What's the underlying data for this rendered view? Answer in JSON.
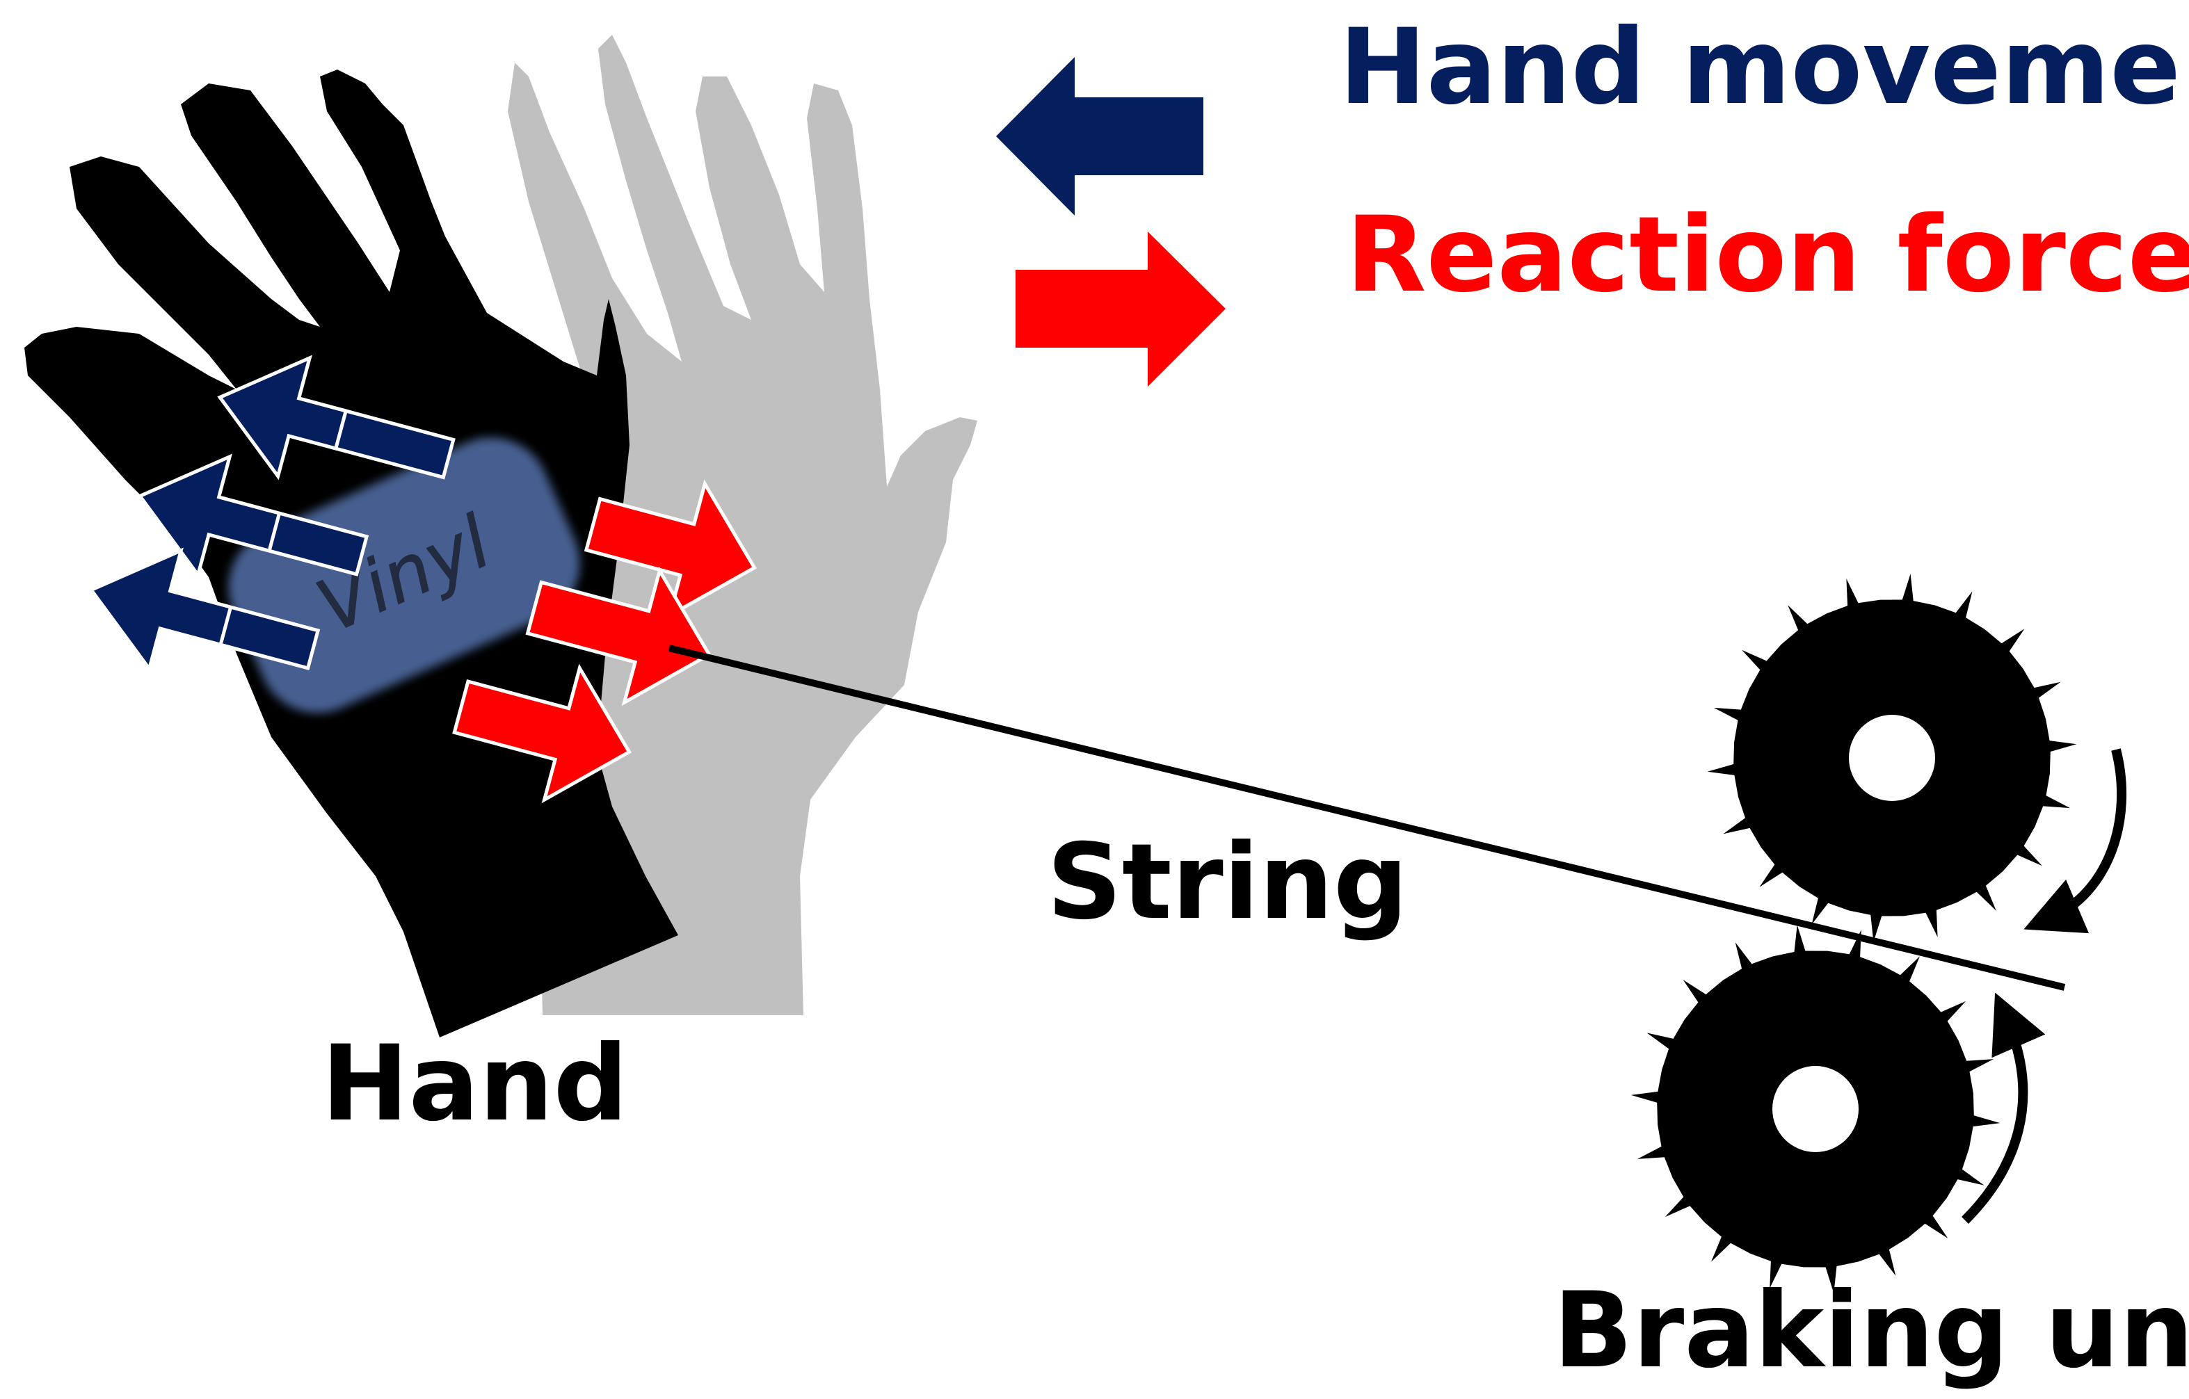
{
  "legend": {
    "hand_movement": {
      "label": "Hand movement",
      "color": "#041E5E"
    },
    "reaction_force": {
      "label": "Reaction force",
      "color": "#FF0000"
    }
  },
  "labels": {
    "vinyl": "Vinyl",
    "string": "String",
    "hand": "Hand",
    "braking_unit": "Braking unit"
  },
  "colors": {
    "hand": "#000000",
    "ghost_hand": "#C0C0C0",
    "vinyl_fill": "#4A6495",
    "gear": "#000000",
    "string": "#000000"
  },
  "icons": {
    "hand": "hand-silhouette-icon",
    "ghost_hand": "hand-silhouette-icon",
    "gear": "gear-icon",
    "rotation": "curved-arrow-icon"
  }
}
